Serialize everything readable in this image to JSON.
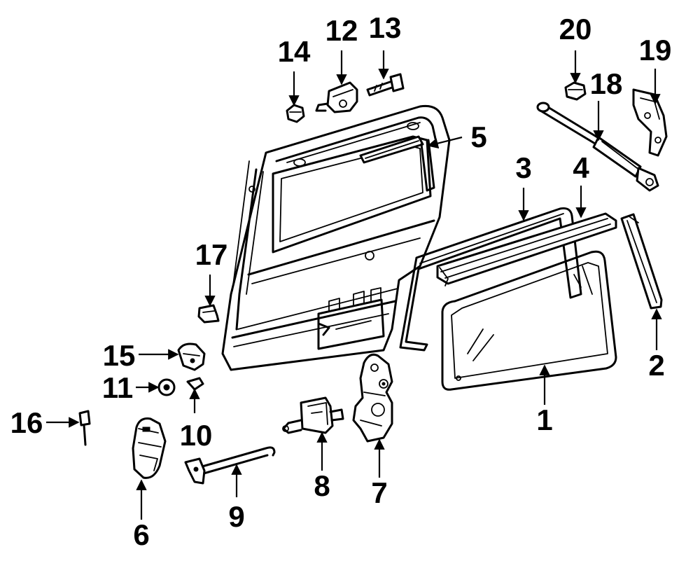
{
  "diagram": {
    "callouts": [
      {
        "id": "c1",
        "label": "1"
      },
      {
        "id": "c2",
        "label": "2"
      },
      {
        "id": "c3",
        "label": "3"
      },
      {
        "id": "c4",
        "label": "4"
      },
      {
        "id": "c5",
        "label": "5"
      },
      {
        "id": "c6",
        "label": "6"
      },
      {
        "id": "c7",
        "label": "7"
      },
      {
        "id": "c8",
        "label": "8"
      },
      {
        "id": "c9",
        "label": "9"
      },
      {
        "id": "c10",
        "label": "10"
      },
      {
        "id": "c11",
        "label": "11"
      },
      {
        "id": "c12",
        "label": "12"
      },
      {
        "id": "c13",
        "label": "13"
      },
      {
        "id": "c14",
        "label": "14"
      },
      {
        "id": "c15",
        "label": "15"
      },
      {
        "id": "c16",
        "label": "16"
      },
      {
        "id": "c17",
        "label": "17"
      },
      {
        "id": "c18",
        "label": "18"
      },
      {
        "id": "c19",
        "label": "19"
      },
      {
        "id": "c20",
        "label": "20"
      }
    ],
    "colors": {
      "ink": "#000000",
      "paper": "#ffffff"
    }
  }
}
